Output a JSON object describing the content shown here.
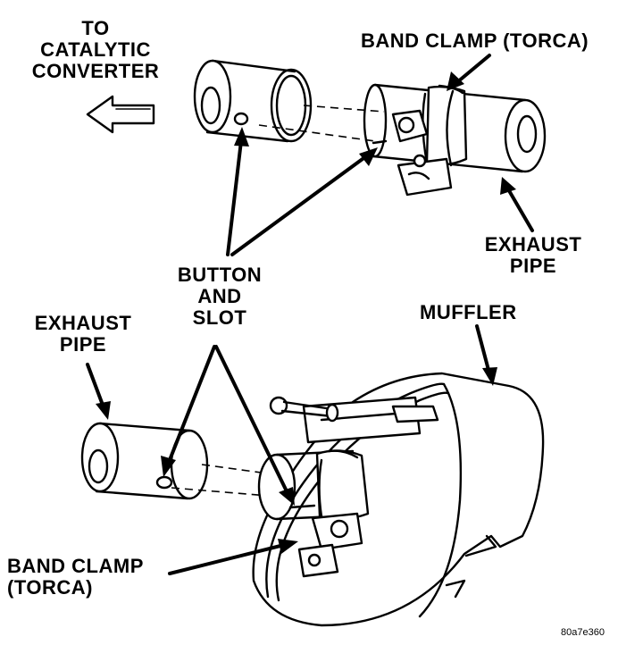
{
  "labels": {
    "to_catalytic": [
      "TO",
      "CATALYTIC",
      "CONVERTER"
    ],
    "band_clamp_top": "BAND CLAMP (TORCA)",
    "exhaust_pipe_right": [
      "EXHAUST",
      "PIPE"
    ],
    "button_and_slot": [
      "BUTTON",
      "AND",
      "SLOT"
    ],
    "exhaust_pipe_left": [
      "EXHAUST",
      "PIPE"
    ],
    "muffler": "MUFFLER",
    "band_clamp_bottom": [
      "BAND CLAMP",
      "(TORCA)"
    ],
    "figure_id": "80a7e360"
  }
}
